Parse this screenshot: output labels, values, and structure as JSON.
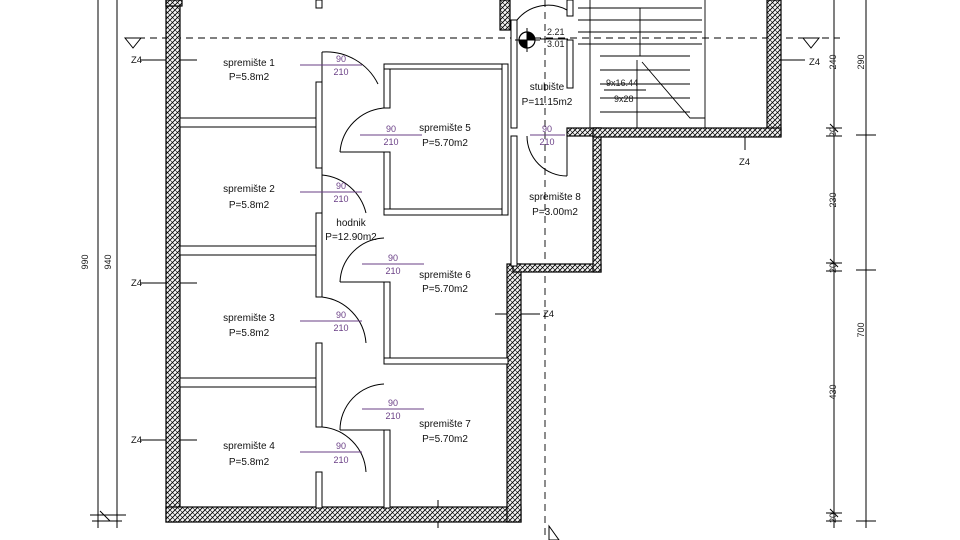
{
  "rooms": [
    {
      "id": "s1",
      "name": "spremište 1",
      "area": "P=5.8m2"
    },
    {
      "id": "s2",
      "name": "spremište 2",
      "area": "P=5.8m2"
    },
    {
      "id": "s3",
      "name": "spremište 3",
      "area": "P=5.8m2"
    },
    {
      "id": "s4",
      "name": "spremište 4",
      "area": "P=5.8m2"
    },
    {
      "id": "s5",
      "name": "spremište 5",
      "area": "P=5.70m2"
    },
    {
      "id": "s6",
      "name": "spremište 6",
      "area": "P=5.70m2"
    },
    {
      "id": "s7",
      "name": "spremište 7",
      "area": "P=5.70m2"
    },
    {
      "id": "s8",
      "name": "spremište 8",
      "area": "P=3.00m2"
    },
    {
      "id": "hodnik",
      "name": "hodnik",
      "area": "P=12.90m2"
    },
    {
      "id": "stubiste",
      "name": "stubište",
      "area": "P=11.15m2"
    }
  ],
  "door_tags": {
    "width": "90",
    "height": "210"
  },
  "marker": {
    "top": "2.21",
    "bottom": "3.01"
  },
  "stair": {
    "top": "9x16.44",
    "bottom": "9x28"
  },
  "section_label": "Z4",
  "left_dims": {
    "outer": "990",
    "inner": "940"
  },
  "right_dims": [
    "290",
    "240",
    "20",
    "230",
    "20",
    "700",
    "430",
    "20"
  ]
}
